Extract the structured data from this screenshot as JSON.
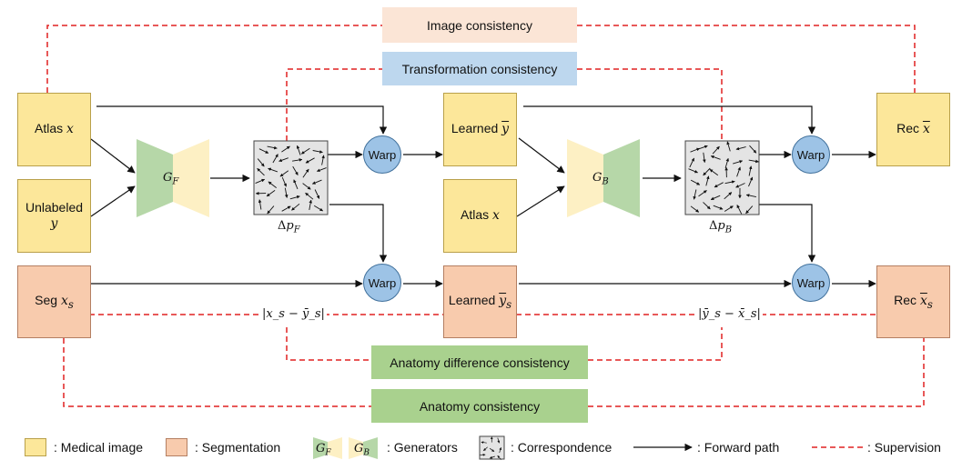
{
  "banners": {
    "image_consistency": "Image consistency",
    "transformation_consistency": "Transformation consistency",
    "anatomy_difference_consistency": "Anatomy difference consistency",
    "anatomy_consistency": "Anatomy consistency"
  },
  "nodes": {
    "atlas_left_prefix": "Atlas ",
    "atlas_left_var": "x",
    "unlabeled_prefix": "Unlabeled",
    "unlabeled_var": "y",
    "seg_prefix": "Seg ",
    "seg_var": "x",
    "seg_sub": "s",
    "learned_y_prefix": "Learned ",
    "learned_y_var": "y",
    "atlas_mid_prefix": "Atlas ",
    "atlas_mid_var": "x",
    "learned_ys_prefix": "Learned ",
    "learned_ys_var": "y",
    "learned_ys_sub": "s",
    "rec_x_prefix": "Rec ",
    "rec_x_var": "x",
    "rec_xs_prefix": "Rec ",
    "rec_xs_var": "x",
    "rec_xs_sub": "s"
  },
  "warp_label": "Warp",
  "generators": {
    "forward_letter": "G",
    "forward_sub": "F",
    "backward_letter": "G",
    "backward_sub": "B"
  },
  "fields": {
    "forward_delta": "Δ",
    "forward_p": "p",
    "forward_sub": "F",
    "backward_delta": "Δ",
    "backward_p": "p",
    "backward_sub": "B"
  },
  "losses": {
    "left": "|x_s − ȳ_s|",
    "right": "|ȳ_s − x̄_s|"
  },
  "legend": {
    "medical_image": ": Medical image",
    "segmentation": ": Segmentation",
    "gen_f_letter": "G",
    "gen_f_sub": "F",
    "gen_b_letter": "G",
    "gen_b_sub": "B",
    "generators": ": Generators",
    "correspondence": ": Correspondence",
    "forward_path": ": Forward path",
    "supervision": ": Supervision"
  },
  "colors": {
    "medical_image": "#fce79a",
    "segmentation": "#f8cbad",
    "image_banner": "#fbe5d6",
    "transformation_banner": "#bdd7ee",
    "anatomy_banner": "#a9d18e",
    "warp": "#9dc3e6",
    "supervision_line": "#e02020",
    "generator_green": "#b6d7a8",
    "generator_yellow": "#fdf0c4",
    "field_gray": "#e4e4e4"
  }
}
